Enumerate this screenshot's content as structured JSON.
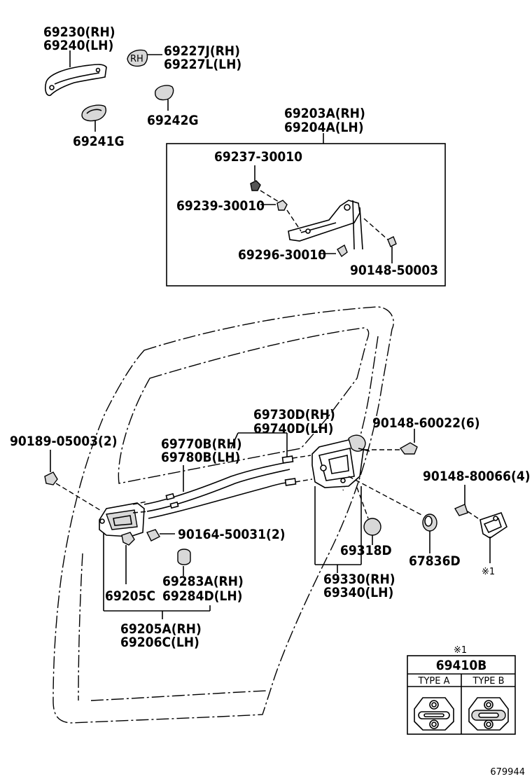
{
  "labels": {
    "p69230": "69230(RH)",
    "p69240": "69240(LH)",
    "p69227J": "69227J(RH)",
    "p69227L": "69227L(LH)",
    "p69242G": "69242G",
    "p69241G": "69241G",
    "p69203A": "69203A(RH)",
    "p69204A": "69204A(LH)",
    "p69237": "69237-30010",
    "p69239": "69239-30010",
    "p69296": "69296-30010",
    "p90148_50003": "90148-50003",
    "p69730D": "69730D(RH)",
    "p69740D": "69740D(LH)",
    "p90148_60022": "90148-60022(6)",
    "p90189": "90189-05003(2)",
    "p69770B": "69770B(RH)",
    "p69780B": "69780B(LH)",
    "p90148_80066": "90148-80066(4)",
    "p90164": "90164-50031(2)",
    "p69318D": "69318D",
    "p67836D": "67836D",
    "p69283A": "69283A(RH)",
    "p69205C": "69205C",
    "p69284D": "69284D(LH)",
    "mark1": "※1",
    "p69330": "69330(RH)",
    "p69340": "69340(LH)",
    "p69205A": "69205A(RH)",
    "p69206C": "69206C(LH)"
  },
  "inset": {
    "mark": "※1",
    "title": "69410B",
    "type_a": "TYPE  A",
    "type_b": "TYPE  B"
  },
  "diagram_id": "679944"
}
